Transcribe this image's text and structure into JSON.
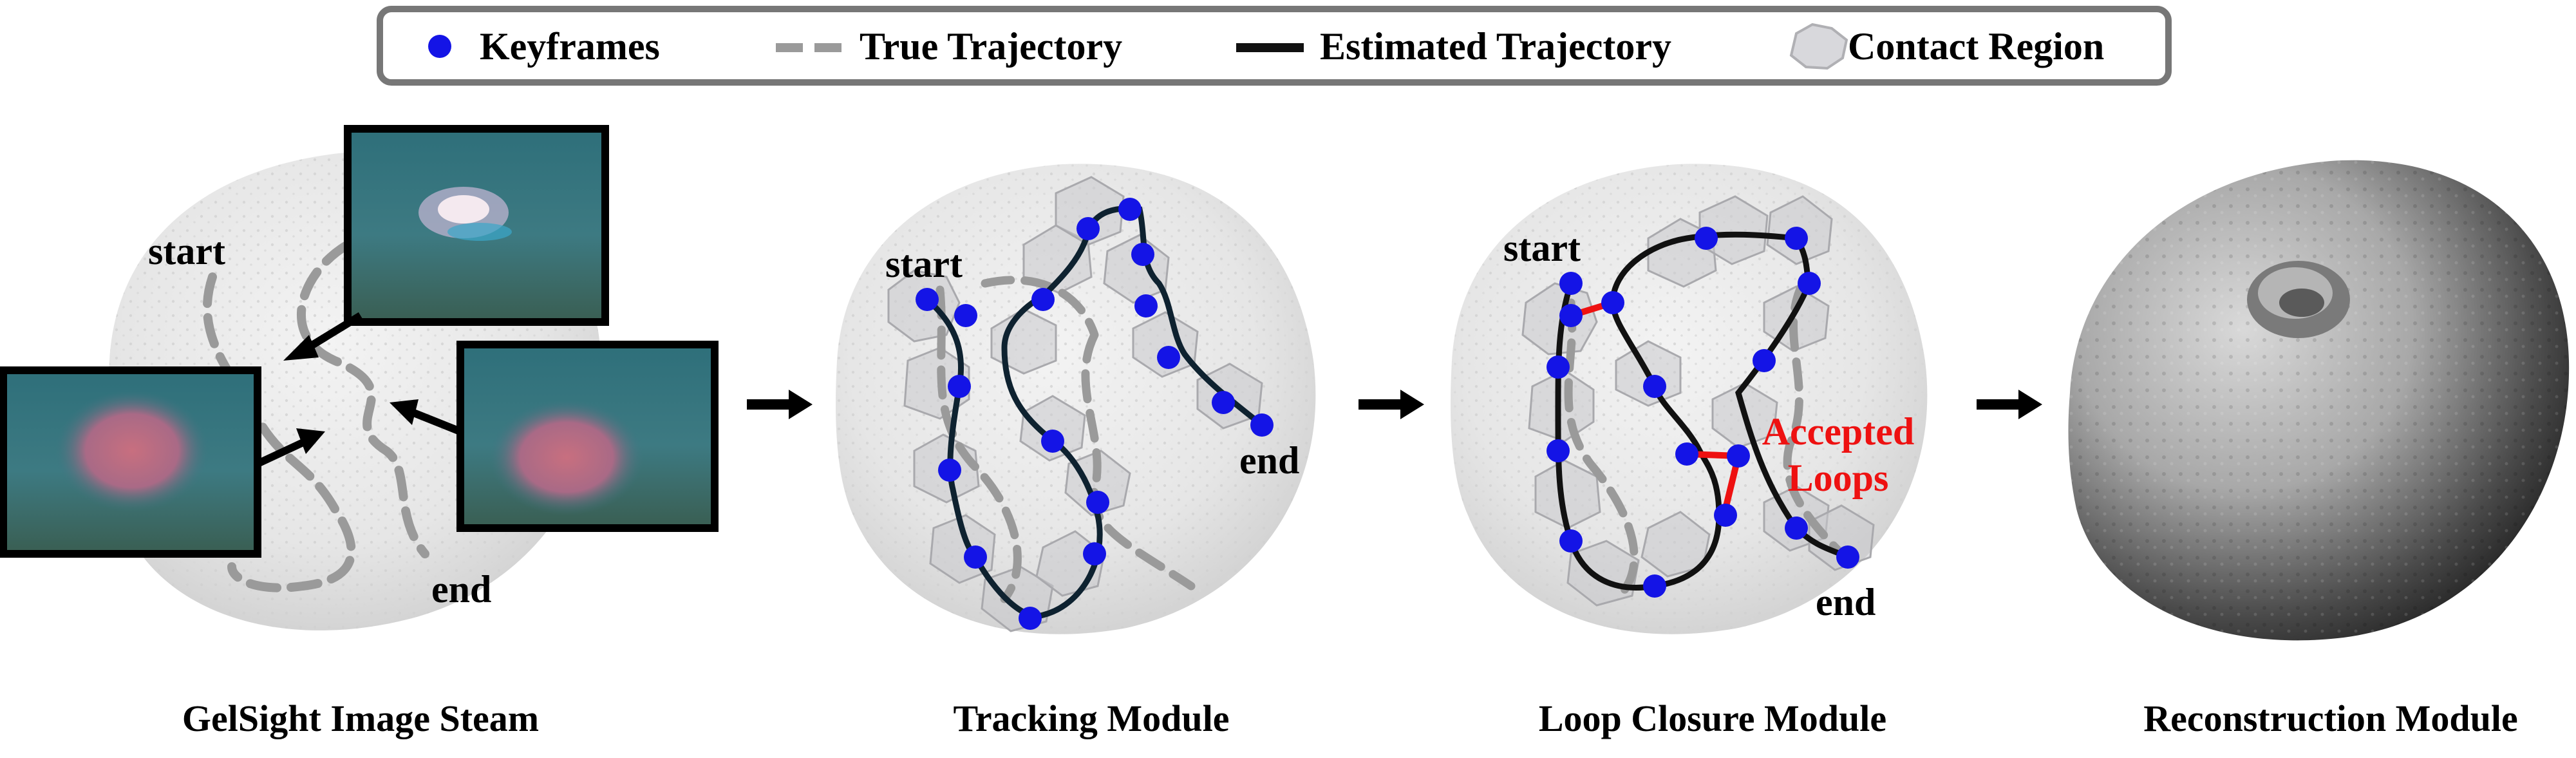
{
  "legend": {
    "keyframes": "Keyframes",
    "true_trajectory": "True Trajectory",
    "estimated_trajectory": "Estimated Trajectory",
    "contact_region": "Contact Region"
  },
  "panels": {
    "gelsight": {
      "caption": "GelSight Image Steam",
      "start": "start",
      "end": "end"
    },
    "tracking": {
      "caption": "Tracking Module",
      "start": "start",
      "end": "end"
    },
    "loop_closure": {
      "caption": "Loop Closure Module",
      "start": "start",
      "end": "end",
      "accepted_loops_line1": "Accepted",
      "accepted_loops_line2": "Loops"
    },
    "reconstruction": {
      "caption": "Reconstruction Module"
    }
  },
  "colors": {
    "keyframe": "#1414e6",
    "true_trajectory": "#9a9a9a",
    "estimated_trajectory": "#111111",
    "contact_region": "#c8c8cc",
    "accepted_loop": "#ee1111",
    "legend_border": "#777777"
  }
}
